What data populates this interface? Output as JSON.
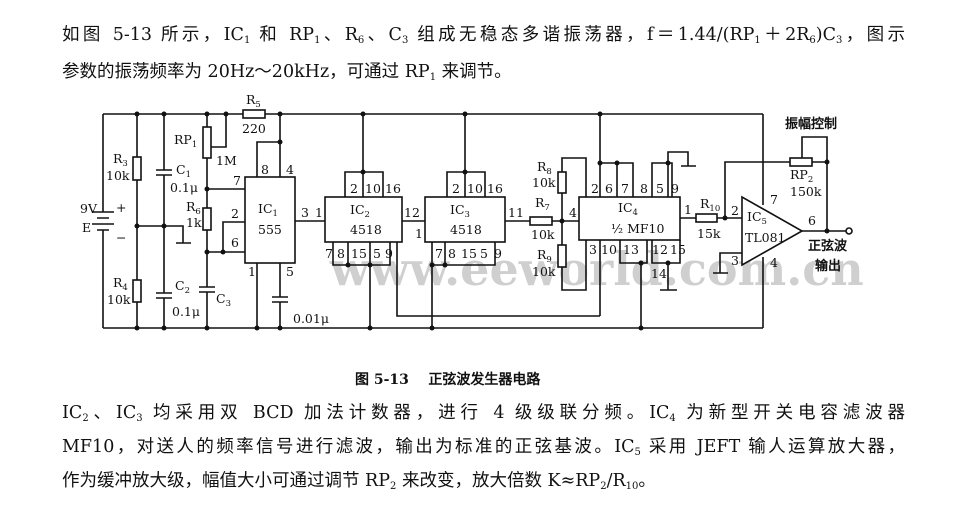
{
  "intro": {
    "line1": [
      "如图 5-13 所示，IC",
      {
        "sub": "1"
      },
      " 和 RP",
      {
        "sub": "1"
      },
      "、R",
      {
        "sub": "6"
      },
      "、C",
      {
        "sub": "3"
      },
      " 组成无稳态多谐振荡器，f＝1.44/(RP",
      {
        "sub": "1"
      },
      "＋2R",
      {
        "sub": "6"
      },
      ")C",
      {
        "sub": "3"
      },
      "，图示"
    ],
    "line2": [
      "参数的振荡频率为 20Hz～20kHz，可通过 RP",
      {
        "sub": "1"
      },
      " 来调节。"
    ]
  },
  "circuit": {
    "supply": {
      "voltage": "9V",
      "name": "E",
      "plus": "+",
      "minus": "−"
    },
    "r3": {
      "name": "R",
      "sub": "3",
      "value": "10k"
    },
    "r4": {
      "name": "R",
      "sub": "4",
      "value": "10k"
    },
    "c1": {
      "name": "C",
      "sub": "1",
      "value": "0.1μ"
    },
    "c2": {
      "name": "C",
      "sub": "2",
      "value": "0.1μ"
    },
    "c3": {
      "name": "C",
      "sub": "3"
    },
    "rp1": {
      "name": "RP",
      "sub": "1",
      "value": "1M"
    },
    "r5": {
      "name": "R",
      "sub": "5",
      "value": "220"
    },
    "r6": {
      "name": "R",
      "sub": "6",
      "value": "1k"
    },
    "c_timing": {
      "value": "0.01μ"
    },
    "ic1": {
      "name": "IC",
      "sub": "1",
      "part": "555",
      "pins": {
        "p7": "7",
        "p8": "8",
        "p4": "4",
        "p2": "2",
        "p6": "6",
        "p1": "1",
        "p5": "5",
        "p3": "3"
      }
    },
    "ic2": {
      "name": "IC",
      "sub": "2",
      "part": "4518",
      "pins": {
        "in": "1",
        "out": "12",
        "top": [
          "2",
          "10",
          "16"
        ],
        "bottom": [
          "7",
          "8",
          "15",
          "5",
          "9"
        ]
      }
    },
    "ic3": {
      "name": "IC",
      "sub": "3",
      "part": "4518",
      "pins": {
        "in": "1",
        "out": "11",
        "top": [
          "2",
          "10",
          "16"
        ],
        "bottom": [
          "7",
          "8",
          "15",
          "5",
          "9"
        ]
      }
    },
    "r7": {
      "name": "R",
      "sub": "7",
      "value": "10k"
    },
    "r8": {
      "name": "R",
      "sub": "8",
      "value": "10k"
    },
    "r9": {
      "name": "R",
      "sub": "9",
      "value": "10k"
    },
    "ic4": {
      "name": "IC",
      "sub": "4",
      "part": "½ MF10",
      "pins": {
        "in": "4",
        "out": "1",
        "top": [
          "2",
          "6",
          "7",
          "8",
          "5",
          "9"
        ],
        "bottom": [
          "3",
          "10",
          "13",
          "12",
          "15"
        ],
        "p14": "14"
      }
    },
    "r10": {
      "name": "R",
      "sub": "10",
      "value": "15k"
    },
    "ic5": {
      "name": "IC",
      "sub": "5",
      "part": "TL081",
      "pins": {
        "p2": "2",
        "p3": "3",
        "p7": "7",
        "p6": "6",
        "p4": "4"
      }
    },
    "rp2": {
      "name": "RP",
      "sub": "2",
      "value": "150k"
    },
    "amplitude_control": "振幅控制",
    "output_label_1": "正弦波",
    "output_label_2": "输出",
    "watermark": "www.eeworld.com.cn"
  },
  "caption": "图 5-13    正弦波发生器电路",
  "body": {
    "line1": [
      "IC",
      {
        "sub": "2"
      },
      "、IC",
      {
        "sub": "3"
      },
      " 均采用双 BCD 加法计数器，进行 4 级级联分频。IC",
      {
        "sub": "4"
      },
      " 为新型开关电容滤波器"
    ],
    "line2": [
      "MF10，对送人的频率信号进行滤波，输出为标准的正弦基波。IC",
      {
        "sub": "5"
      },
      " 采用 JEFT 输人运算放大器，"
    ],
    "line3": [
      "作为缓冲放大级，幅值大小可通过调节 RP",
      {
        "sub": "2"
      },
      " 来改变，放大倍数 K≈RP",
      {
        "sub": "2"
      },
      "/R",
      {
        "sub": "10"
      },
      "。"
    ]
  }
}
